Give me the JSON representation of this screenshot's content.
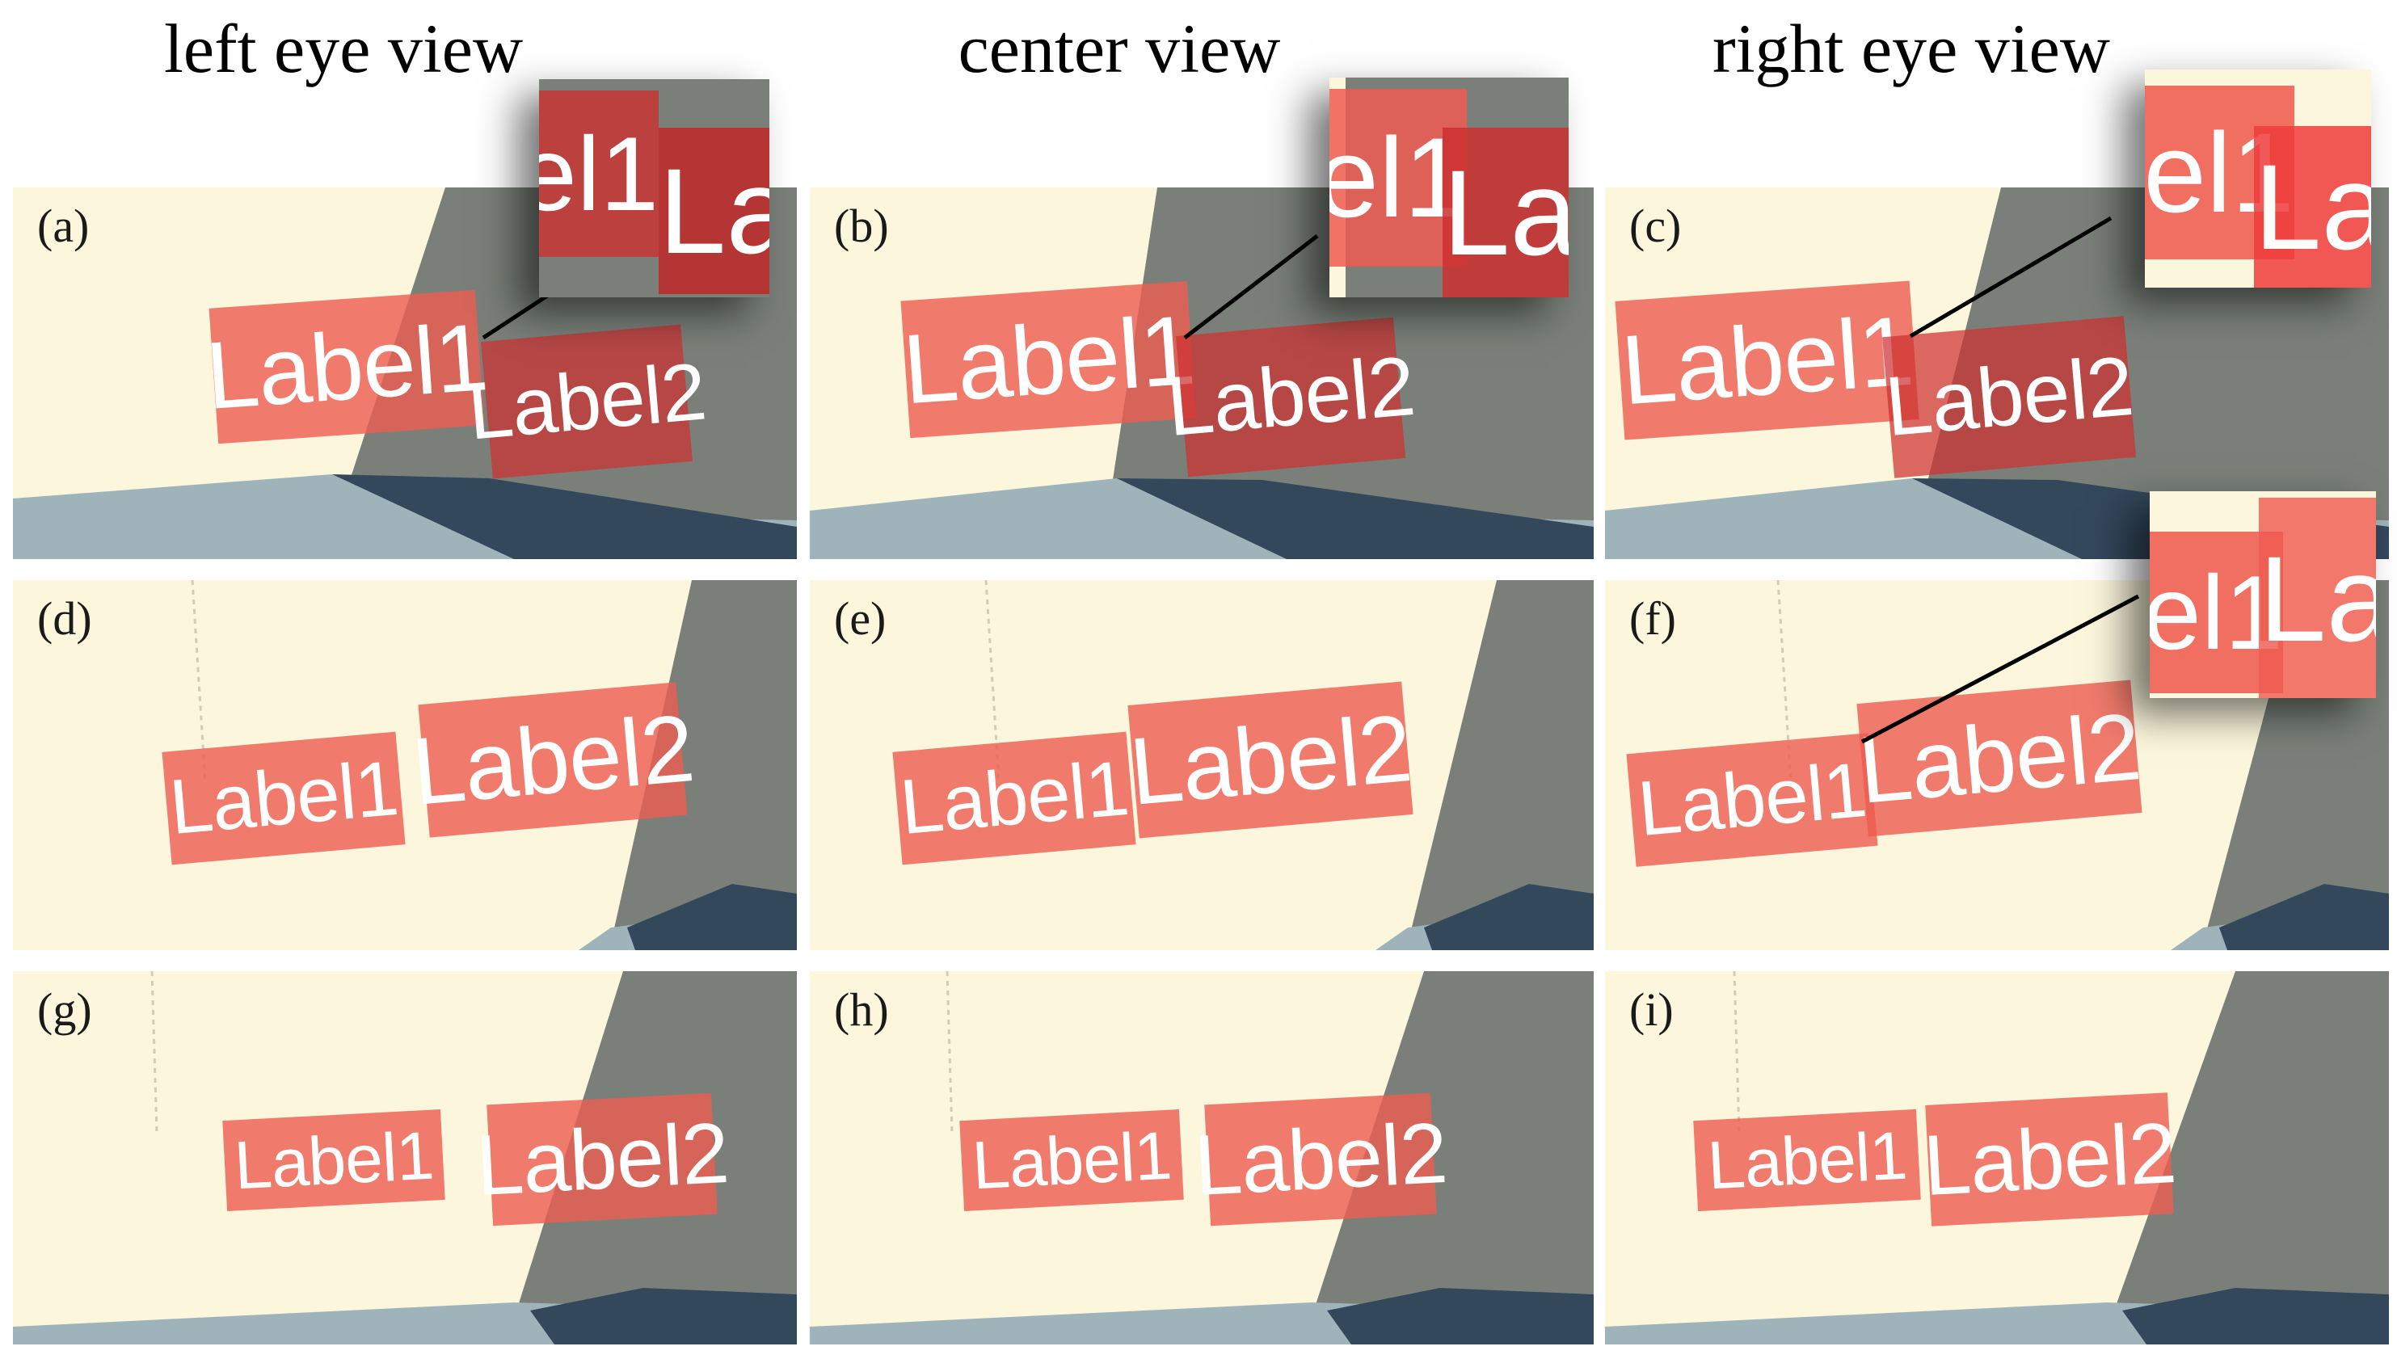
{
  "headers": {
    "left": "left eye view",
    "center": "center view",
    "right": "right eye view"
  },
  "panels": {
    "a": {
      "tag": "(a)",
      "label1": "Label1",
      "label2": "Label2"
    },
    "b": {
      "tag": "(b)",
      "label1": "Label1",
      "label2": "Label2"
    },
    "c": {
      "tag": "(c)",
      "label1": "Label1",
      "label2": "Label2"
    },
    "d": {
      "tag": "(d)",
      "label1": "Label1",
      "label2": "Label2"
    },
    "e": {
      "tag": "(e)",
      "label1": "Label1",
      "label2": "Label2"
    },
    "f": {
      "tag": "(f)",
      "label1": "Label1",
      "label2": "Label2"
    },
    "g": {
      "tag": "(g)",
      "label1": "Label1",
      "label2": "Label2"
    },
    "h": {
      "tag": "(h)",
      "label1": "Label1",
      "label2": "Label2"
    },
    "i": {
      "tag": "(i)",
      "label1": "Label1",
      "label2": "Label2"
    }
  },
  "insets": {
    "a": {
      "left_text": "el1",
      "right_text": "La"
    },
    "b": {
      "left_text": "el1",
      "right_text": "La"
    },
    "c": {
      "left_text": "el1",
      "right_text": "La"
    },
    "f": {
      "left_text": "el1",
      "right_text": "La"
    }
  },
  "colors": {
    "wall": "#fbf6dc",
    "shadow": "#7a8079",
    "floor": "#9eb3ba",
    "floor_shadow": "#34485c",
    "label_fill": "#ee5c50",
    "label_dark": "#cd3030"
  }
}
